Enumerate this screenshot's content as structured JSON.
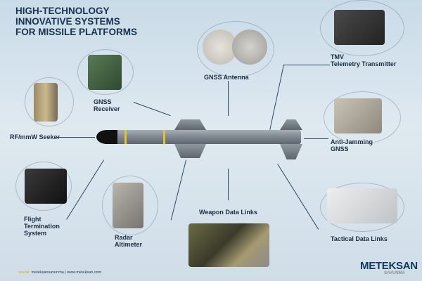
{
  "title": [
    "HIGH-TECHNOLOGY",
    "INNOVATIVE SYSTEMS",
    "FOR MISSILE PLATFORMS"
  ],
  "labels": {
    "gnss_antenna": "GNSS Antenna",
    "tmv_1": "TMV",
    "tmv_2": "Telemetry Transmitter",
    "gnss_receiver_1": "GNSS",
    "gnss_receiver_2": "Receiver",
    "seeker": "RF/mmW Seeker",
    "anti_jam_1": "Anti-Jamming",
    "anti_jam_2": "GNSS",
    "flight_term_1": "Flight",
    "flight_term_2": "Termination",
    "flight_term_3": "System",
    "radar_1": "Radar",
    "radar_2": "Altimeter",
    "weapon_data": "Weapon Data Links",
    "tactical_data": "Tactical Data Links"
  },
  "footer": {
    "social": "social",
    "text": "meteksansavunma | www.meteksan.com"
  },
  "logo": {
    "name": "METEKSAN",
    "sub": "SAVUNMA"
  }
}
